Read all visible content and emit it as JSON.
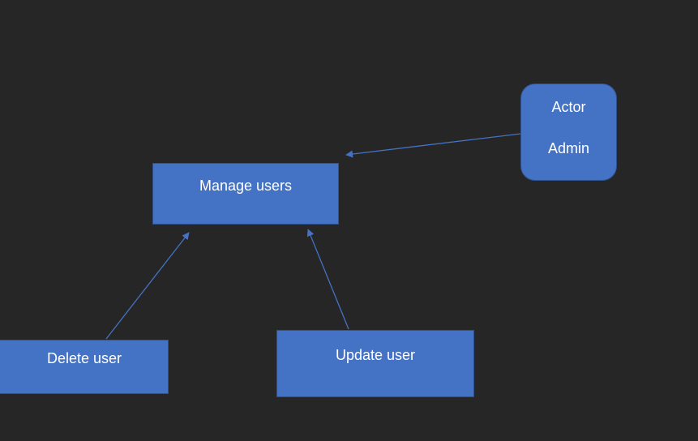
{
  "diagram": {
    "nodes": {
      "manage_users": {
        "label": "Manage users"
      },
      "delete_user": {
        "label": "Delete user"
      },
      "update_user": {
        "label": "Update user"
      },
      "actor": {
        "line1": "Actor",
        "line2": "Admin"
      }
    },
    "edges": [
      {
        "from": "actor",
        "to": "manage_users"
      },
      {
        "from": "delete_user",
        "to": "manage_users"
      },
      {
        "from": "update_user",
        "to": "manage_users"
      }
    ],
    "colors": {
      "background": "#262626",
      "node_fill": "#4472C4",
      "node_border": "#2F528F",
      "connector": "#4472C4",
      "text": "#FFFFFF"
    }
  }
}
